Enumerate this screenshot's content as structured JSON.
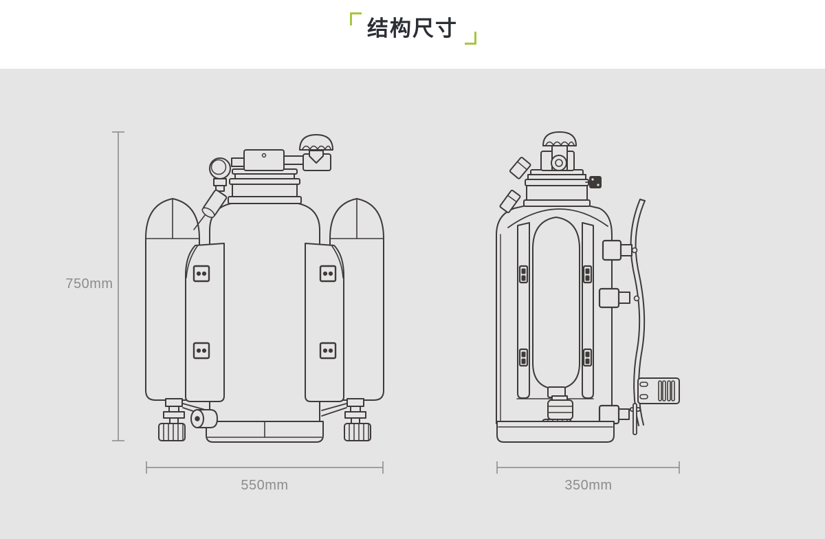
{
  "header": {
    "title": "结构尺寸"
  },
  "colors": {
    "accent_green": "#a6c83c",
    "title_text": "#2b2e34",
    "panel_background": "#e5e5e6",
    "line_art": "#3e3a39",
    "dimension_gray": "#8c8c8c"
  },
  "diagram": {
    "views": [
      {
        "id": "front-view",
        "height_label": "750mm",
        "width_label": "550mm"
      },
      {
        "id": "side-view",
        "width_label": "350mm"
      }
    ]
  },
  "dimensions": {
    "height": "750mm",
    "front_width": "550mm",
    "side_width": "350mm"
  }
}
